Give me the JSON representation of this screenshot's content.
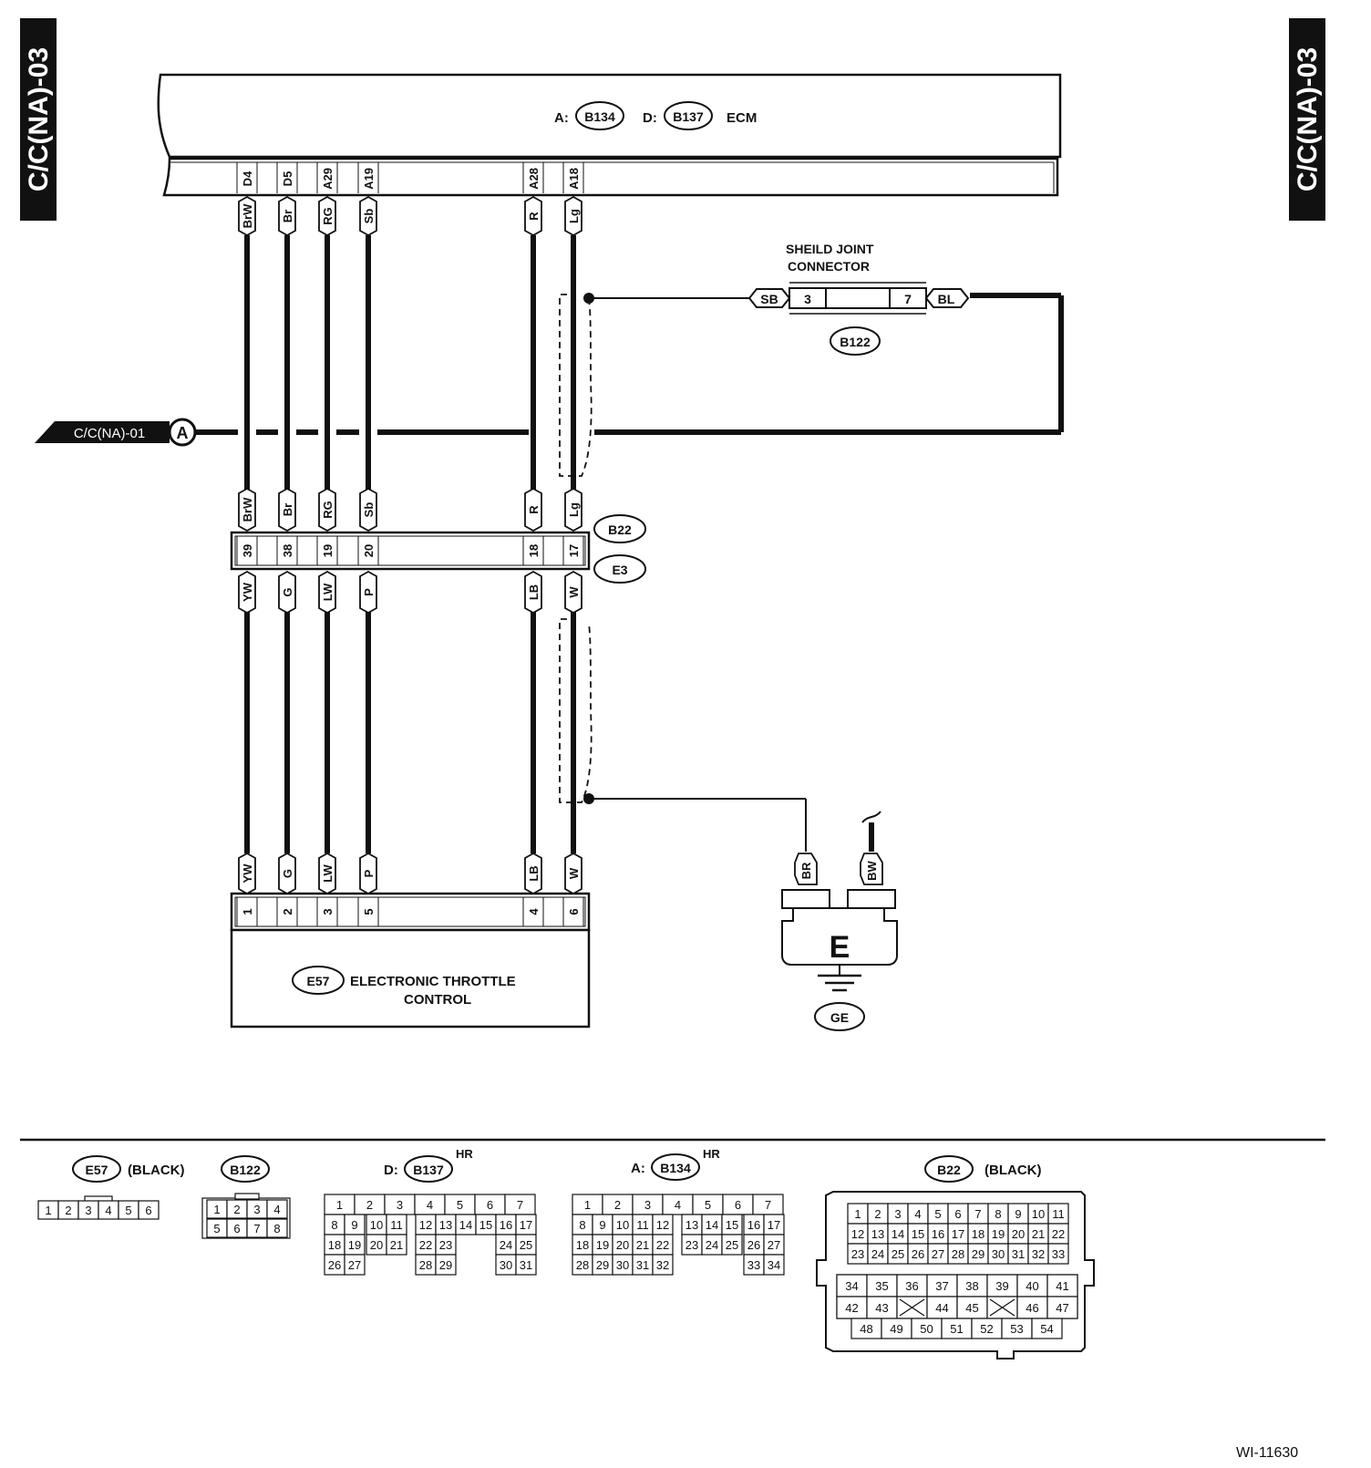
{
  "side_tabs": {
    "left": "C/C(NA)-03",
    "right": "C/C(NA)-03"
  },
  "ecm": {
    "prefix_a": "A:",
    "conn_a": "B134",
    "prefix_d": "D:",
    "conn_d": "B137",
    "name": "ECM",
    "wires": [
      {
        "pin": "D4",
        "color": "BrW"
      },
      {
        "pin": "D5",
        "color": "Br"
      },
      {
        "pin": "A29",
        "color": "RG"
      },
      {
        "pin": "A19",
        "color": "Sb"
      },
      {
        "pin": "A28",
        "color": "R"
      },
      {
        "pin": "A18",
        "color": "Lg"
      }
    ]
  },
  "shield_joint": {
    "title_line1": "SHEILD JOINT",
    "title_line2": "CONNECTOR",
    "left_color": "SB",
    "left_pin": "3",
    "right_pin": "7",
    "right_color": "BL",
    "conn": "B122"
  },
  "offpage": {
    "label": "C/C(NA)-01",
    "marker": "A"
  },
  "b22_e3": {
    "conn_top": "B22",
    "conn_bottom": "E3",
    "upper_colors": [
      "BrW",
      "Br",
      "RG",
      "Sb",
      "R",
      "Lg"
    ],
    "pins": [
      "39",
      "38",
      "19",
      "20",
      "18",
      "17"
    ],
    "lower_colors": [
      "YW",
      "G",
      "LW",
      "P",
      "LB",
      "W"
    ]
  },
  "etc": {
    "conn": "E57",
    "line1": "ELECTRONIC THROTTLE",
    "line2": "CONTROL",
    "colors": [
      "YW",
      "G",
      "LW",
      "P",
      "LB",
      "W"
    ],
    "pins": [
      "1",
      "2",
      "3",
      "5",
      "4",
      "6"
    ]
  },
  "ground": {
    "left_color": "BR",
    "right_color": "BW",
    "block": "E",
    "conn": "GE"
  },
  "legend": {
    "e57": {
      "conn": "E57",
      "note": "(BLACK)",
      "rows": [
        [
          "1",
          "2",
          "3",
          "4",
          "5",
          "6"
        ]
      ]
    },
    "b122": {
      "conn": "B122",
      "rows": [
        [
          "1",
          "2",
          "3",
          "4"
        ],
        [
          "5",
          "6",
          "7",
          "8"
        ]
      ]
    },
    "b137": {
      "prefix": "D:",
      "conn": "B137",
      "sup": "HR",
      "rows": [
        [
          "1",
          "2",
          "3",
          "4",
          "5",
          "6",
          "7"
        ],
        [
          "8",
          "9",
          "10",
          "11",
          "12",
          "13",
          "14",
          "15",
          "16",
          "17"
        ],
        [
          "18",
          "19",
          "20",
          "21",
          "22",
          "23",
          "24",
          "25"
        ],
        [
          "26",
          "27",
          "28",
          "29",
          "30",
          "31"
        ]
      ]
    },
    "b134": {
      "prefix": "A:",
      "conn": "B134",
      "sup": "HR",
      "rows": [
        [
          "1",
          "2",
          "3",
          "4",
          "5",
          "6",
          "7"
        ],
        [
          "8",
          "9",
          "10",
          "11",
          "12",
          "13",
          "14",
          "15",
          "16",
          "17"
        ],
        [
          "18",
          "19",
          "20",
          "21",
          "22",
          "23",
          "24",
          "25",
          "26",
          "27"
        ],
        [
          "28",
          "29",
          "30",
          "31",
          "32",
          "33",
          "34"
        ]
      ]
    },
    "b22": {
      "conn": "B22",
      "note": "(BLACK)",
      "rows": [
        [
          "1",
          "2",
          "3",
          "4",
          "5",
          "6",
          "7",
          "8",
          "9",
          "10",
          "11"
        ],
        [
          "12",
          "13",
          "14",
          "15",
          "16",
          "17",
          "18",
          "19",
          "20",
          "21",
          "22"
        ],
        [
          "23",
          "24",
          "25",
          "26",
          "27",
          "28",
          "29",
          "30",
          "31",
          "32",
          "33"
        ],
        [
          "34",
          "35",
          "36",
          "37",
          "38",
          "39",
          "40",
          "41"
        ],
        [
          "42",
          "43",
          "",
          "44",
          "45",
          "",
          "46",
          "47"
        ],
        [
          "48",
          "49",
          "50",
          "51",
          "52",
          "53",
          "54"
        ]
      ]
    }
  },
  "figure_id": "WI-11630"
}
